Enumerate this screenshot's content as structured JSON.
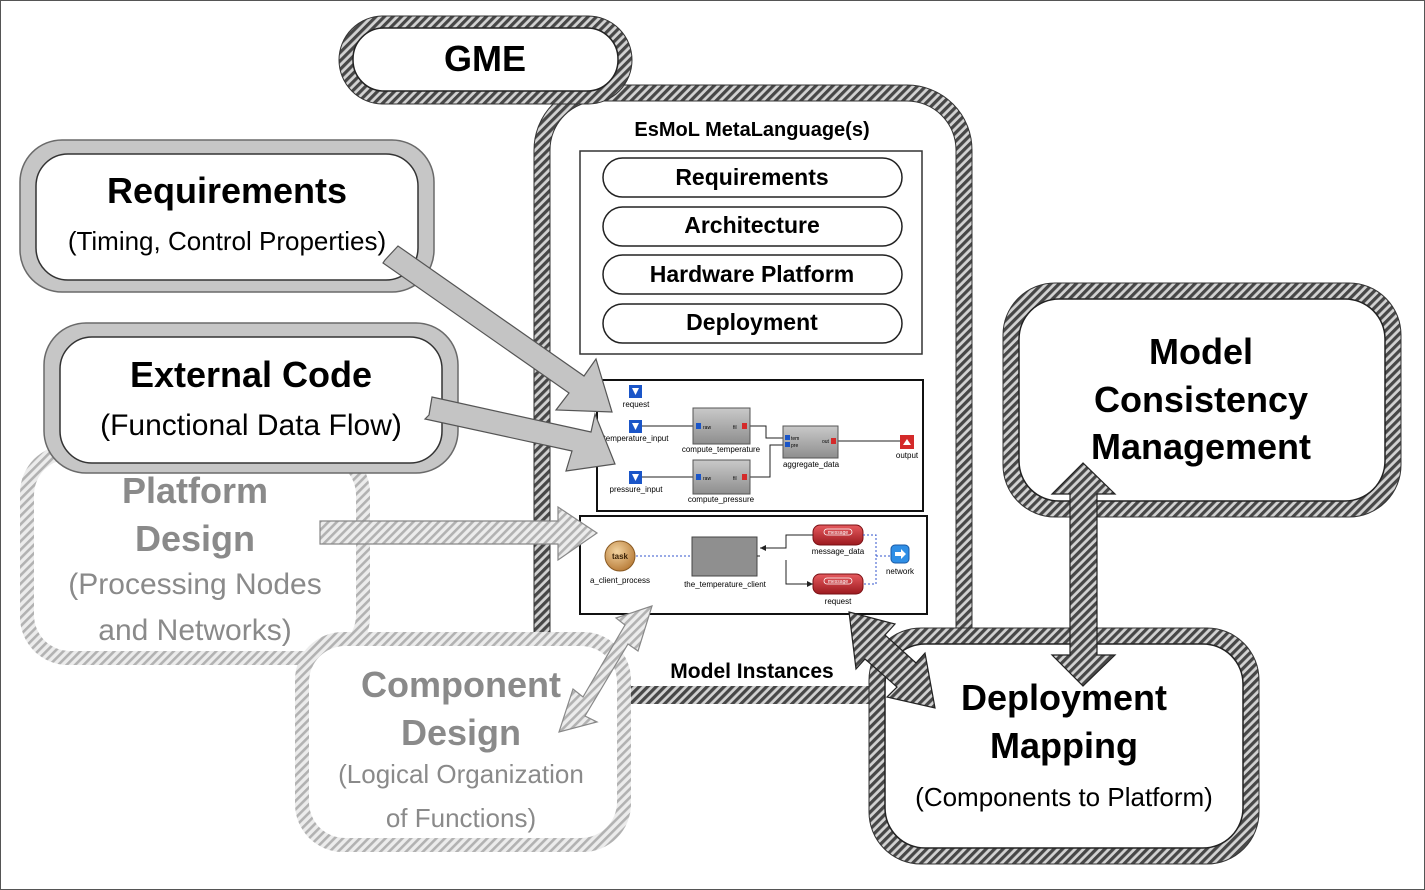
{
  "gme": {
    "title": "GME"
  },
  "metalanguage": {
    "title": "EsMoL MetaLanguage(s)",
    "items": [
      "Requirements",
      "Architecture",
      "Hardware Platform",
      "Deployment"
    ]
  },
  "requirements": {
    "title": "Requirements",
    "subtitle": "(Timing, Control Properties)"
  },
  "external_code": {
    "title": "External Code",
    "subtitle": "(Functional Data Flow)"
  },
  "platform_design": {
    "title_1": "Platform",
    "title_2": "Design",
    "sub_1": "(Processing Nodes",
    "sub_2": "and Networks)"
  },
  "component_design": {
    "title_1": "Component",
    "title_2": "Design",
    "sub_1": "(Logical Organization",
    "sub_2": "of Functions)"
  },
  "model_consistency": {
    "line_1": "Model",
    "line_2": "Consistency",
    "line_3": "Management"
  },
  "deployment_mapping": {
    "line_1": "Deployment",
    "line_2": "Mapping",
    "subtitle": "(Components to Platform)"
  },
  "model_instances": {
    "label": "Model Instances"
  },
  "dataflow": {
    "request": "request",
    "temperature_input": "temperature_input",
    "pressure_input": "pressure_input",
    "compute_temperature": "compute_temperature",
    "compute_pressure": "compute_pressure",
    "aggregate_data": "aggregate_data",
    "output": "output",
    "port_raw_1": "raw",
    "port_raw_2": "raw",
    "port_fil_1": "fil",
    "port_fil_2": "fil",
    "port_tem": "tem",
    "port_pre": "pre",
    "port_out": "out"
  },
  "deployment_model": {
    "task_icon": "task",
    "a_client_process": "a_client_process",
    "the_temperature_client": "the_temperature_client",
    "message_data": "message_data",
    "request": "request",
    "message_icon": "message",
    "network": "network"
  },
  "colors": {
    "dark_stripe_a": "#4a4a4a",
    "dark_stripe_b": "#d0d0d0",
    "light_stripe_a": "#a8a8a8",
    "light_stripe_b": "#e6e6e6",
    "gray_ring": "#c4c4c4",
    "faded_text": "#8a8a8a",
    "port_blue": "#1a55c8",
    "port_red": "#d42a2a",
    "message_red": "#c0282d",
    "task_tan": "#cf9a55"
  }
}
